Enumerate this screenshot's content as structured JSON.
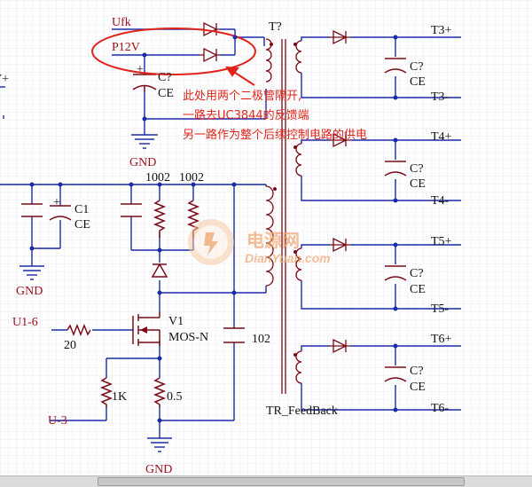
{
  "labels": {
    "ufk": "Ufk",
    "p12v": "P12V",
    "c_top": "C?",
    "ce_top": "CE",
    "gnd_top": "GND",
    "t_label": "T?",
    "t3p": "T3+",
    "t3m": "T3-",
    "t4p": "T4+",
    "t4m": "T4-",
    "t5p": "T5+",
    "t5m": "T5-",
    "t6p": "T6+",
    "t6m": "T6-",
    "c_q": "C?",
    "ce": "CE",
    "c1": "C1",
    "ce_c1": "CE",
    "gnd_left": "GND",
    "r1002a": "1002",
    "r1002b": "1002",
    "u1_6": "U1-6",
    "r20": "20",
    "v1": "V1",
    "mos": "MOS-N",
    "c102": "102",
    "r1k": "1K",
    "r05": "0.5",
    "u3": "U-3",
    "gnd_bottom": "GND",
    "tr_feedback": "TR_FeedBack",
    "v_plus_partial": "V+"
  },
  "annotation": {
    "line1": "此处用两个二极管隔开,",
    "line2": "一路去UC3844的反馈端",
    "line3": "另一路作为整个后续控制电路的供电"
  },
  "watermark": {
    "cn": "电源网",
    "en": "DianYuan.com"
  },
  "colors": {
    "wire": "#1a2ba8",
    "component": "#7a0b16",
    "annotation": "#e2231a",
    "grid": "#d9d9ea"
  }
}
